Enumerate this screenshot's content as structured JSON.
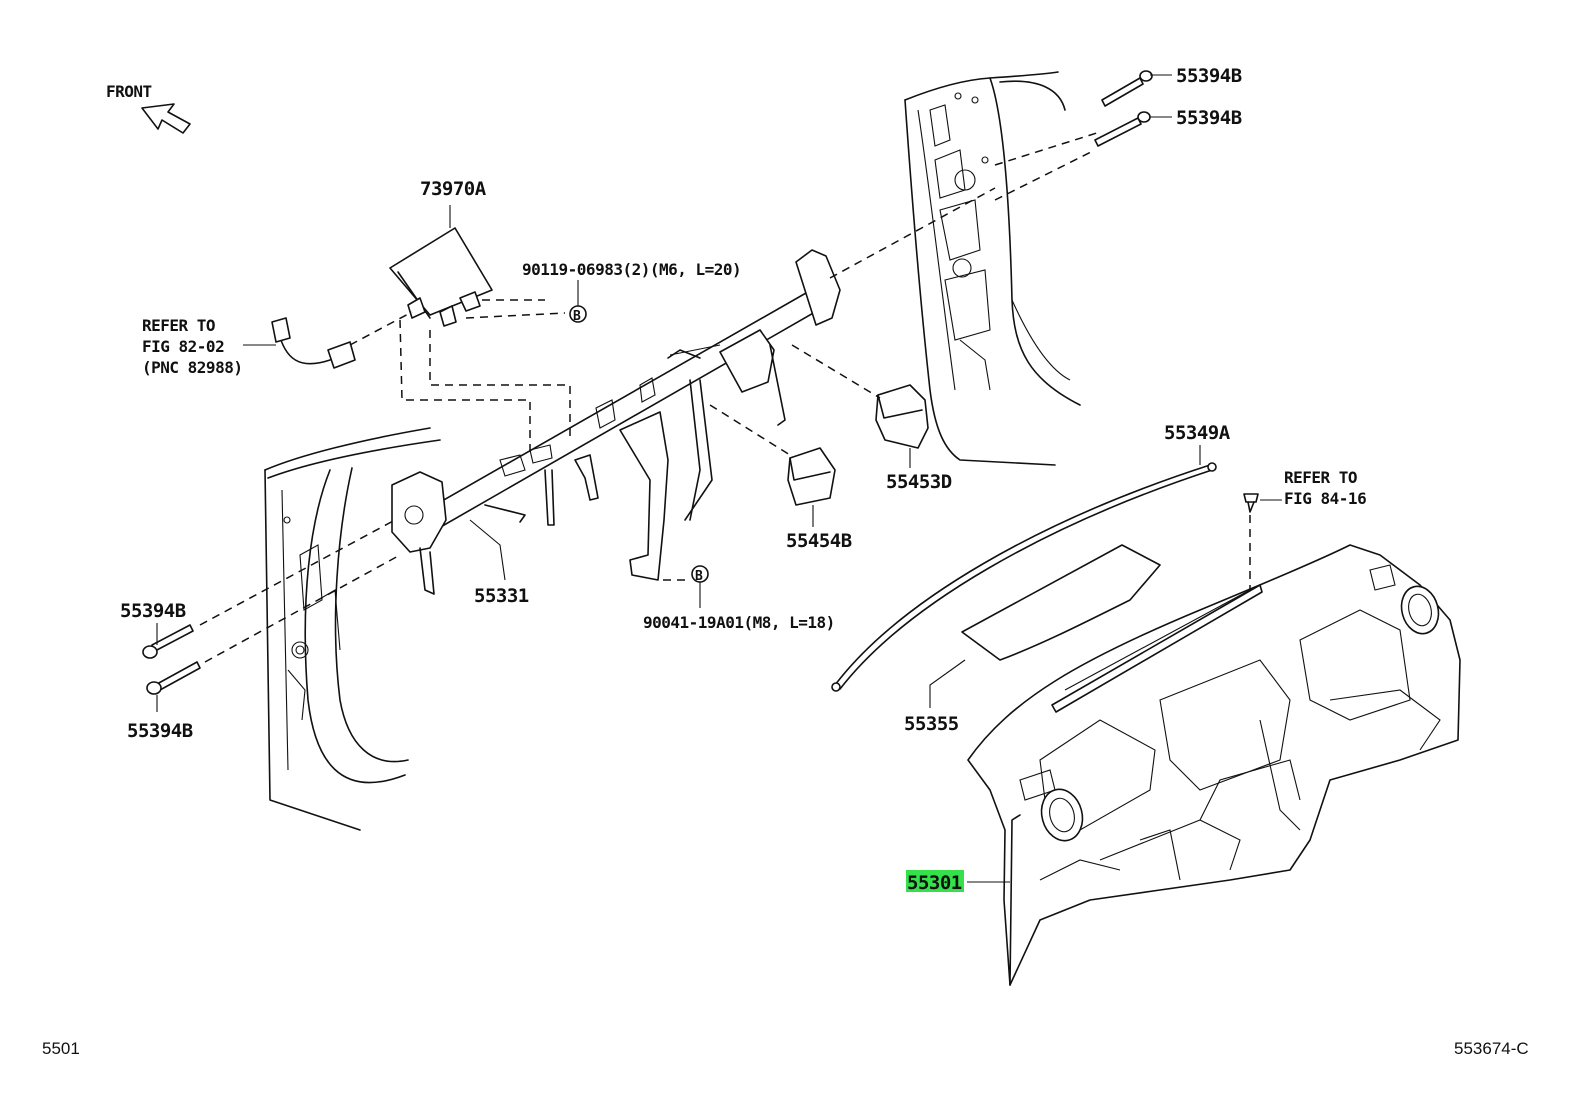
{
  "direction": {
    "front_label": "FRONT",
    "front_arrow_icon": "front-arrow-icon"
  },
  "parts": {
    "p73970A": "73970A",
    "p90119": "90119-06983(2)(M6, L=20)",
    "p55394B_top1": "55394B",
    "p55394B_top2": "55394B",
    "p55394B_left1": "55394B",
    "p55394B_left2": "55394B",
    "p55331": "55331",
    "p55454B": "55454B",
    "p55453D": "55453D",
    "p90041": "90041-19A01(M8, L=18)",
    "p55349A": "55349A",
    "p55355": "55355",
    "p55301": "55301"
  },
  "references": {
    "ref_left": [
      "REFER TO",
      "FIG 82-02",
      "(PNC 82988)"
    ],
    "ref_right": [
      "REFER TO",
      "FIG 84-16"
    ]
  },
  "markers": {
    "b_top": "B",
    "b_bottom": "B"
  },
  "highlight_color": "#35e04a",
  "footer": {
    "left_code": "5501",
    "right_code": "553674-C"
  }
}
